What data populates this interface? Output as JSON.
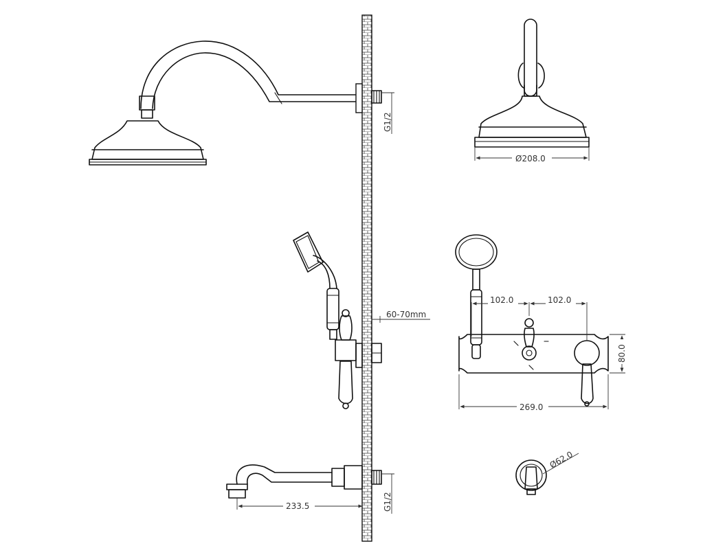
{
  "dimensions": {
    "head_diameter": "Ø208.0",
    "thread_top": "G1/2",
    "thread_bottom": "G1/2",
    "wall_gap": "60-70mm",
    "spout_reach": "233.5",
    "handle_spacing_left": "102.0",
    "handle_spacing_right": "102.0",
    "plate_height": "80.0",
    "plate_width": "269.0",
    "rosette_diameter": "Ø62.0"
  },
  "colors": {
    "line": "#111111",
    "dimension": "#333333",
    "background": "#ffffff"
  }
}
